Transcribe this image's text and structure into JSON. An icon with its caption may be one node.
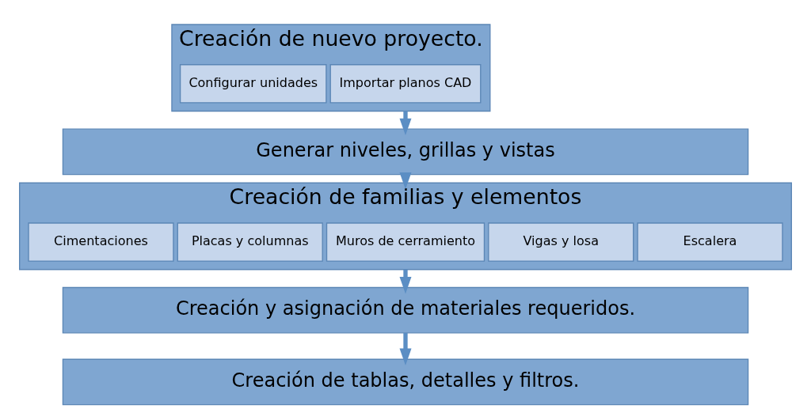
{
  "diagram": {
    "nodes": [
      {
        "text": [
          "Creación de nuevo proyecto."
        ]
      },
      {
        "text": [
          "Configurar unidades"
        ],
        "in": 0
      },
      {
        "text": [
          "Importar planos CAD"
        ],
        "in": 0
      },
      {
        "text": [
          "Generar niveles, grillas y vistas"
        ]
      },
      {
        "text": [
          "Creación de familias y elementos"
        ]
      },
      {
        "text": [
          "Cimentaciones"
        ],
        "in": 4
      },
      {
        "text": [
          "Placas y columnas"
        ],
        "in": 4
      },
      {
        "text": [
          "Muros de cerramiento"
        ],
        "in": 4
      },
      {
        "text": [
          "Vigas y losa"
        ],
        "in": 4
      },
      {
        "text": [
          "Escalera"
        ],
        "in": 4
      },
      {
        "text": [
          "Creación y asignación de materiales requeridos."
        ]
      },
      {
        "text": [
          "Creación de tablas, detalles y filtros."
        ]
      }
    ],
    "edges": [
      {
        "from": 0,
        "to": 3,
        "arrow": "to"
      },
      {
        "from": 3,
        "to": 4,
        "arrow": "to"
      },
      {
        "from": 4,
        "to": 10,
        "arrow": "to"
      },
      {
        "from": 10,
        "to": 11,
        "arrow": "to"
      }
    ]
  }
}
